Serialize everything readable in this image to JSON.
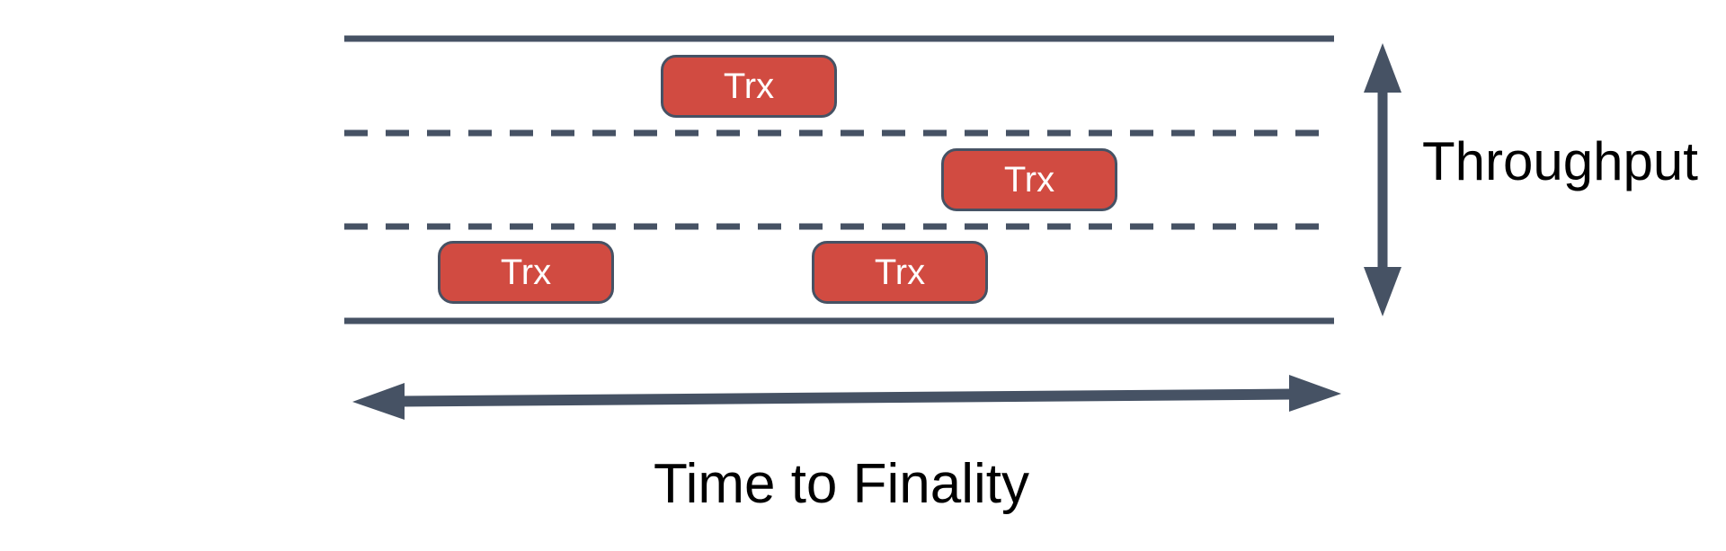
{
  "colors": {
    "background": "#FFFFFF",
    "line": "#465264",
    "box_fill": "#D14B41",
    "box_border": "#465264",
    "box_text": "#FFFFFF",
    "label_text": "#000000"
  },
  "road": {
    "lane_count": 3,
    "transactions": [
      {
        "label": "Trx",
        "lane": "top"
      },
      {
        "label": "Trx",
        "lane": "middle"
      },
      {
        "label": "Trx",
        "lane": "bottom-left"
      },
      {
        "label": "Trx",
        "lane": "bottom-right"
      }
    ]
  },
  "axes": {
    "vertical_label": "Throughput",
    "horizontal_label": "Time to Finality"
  }
}
